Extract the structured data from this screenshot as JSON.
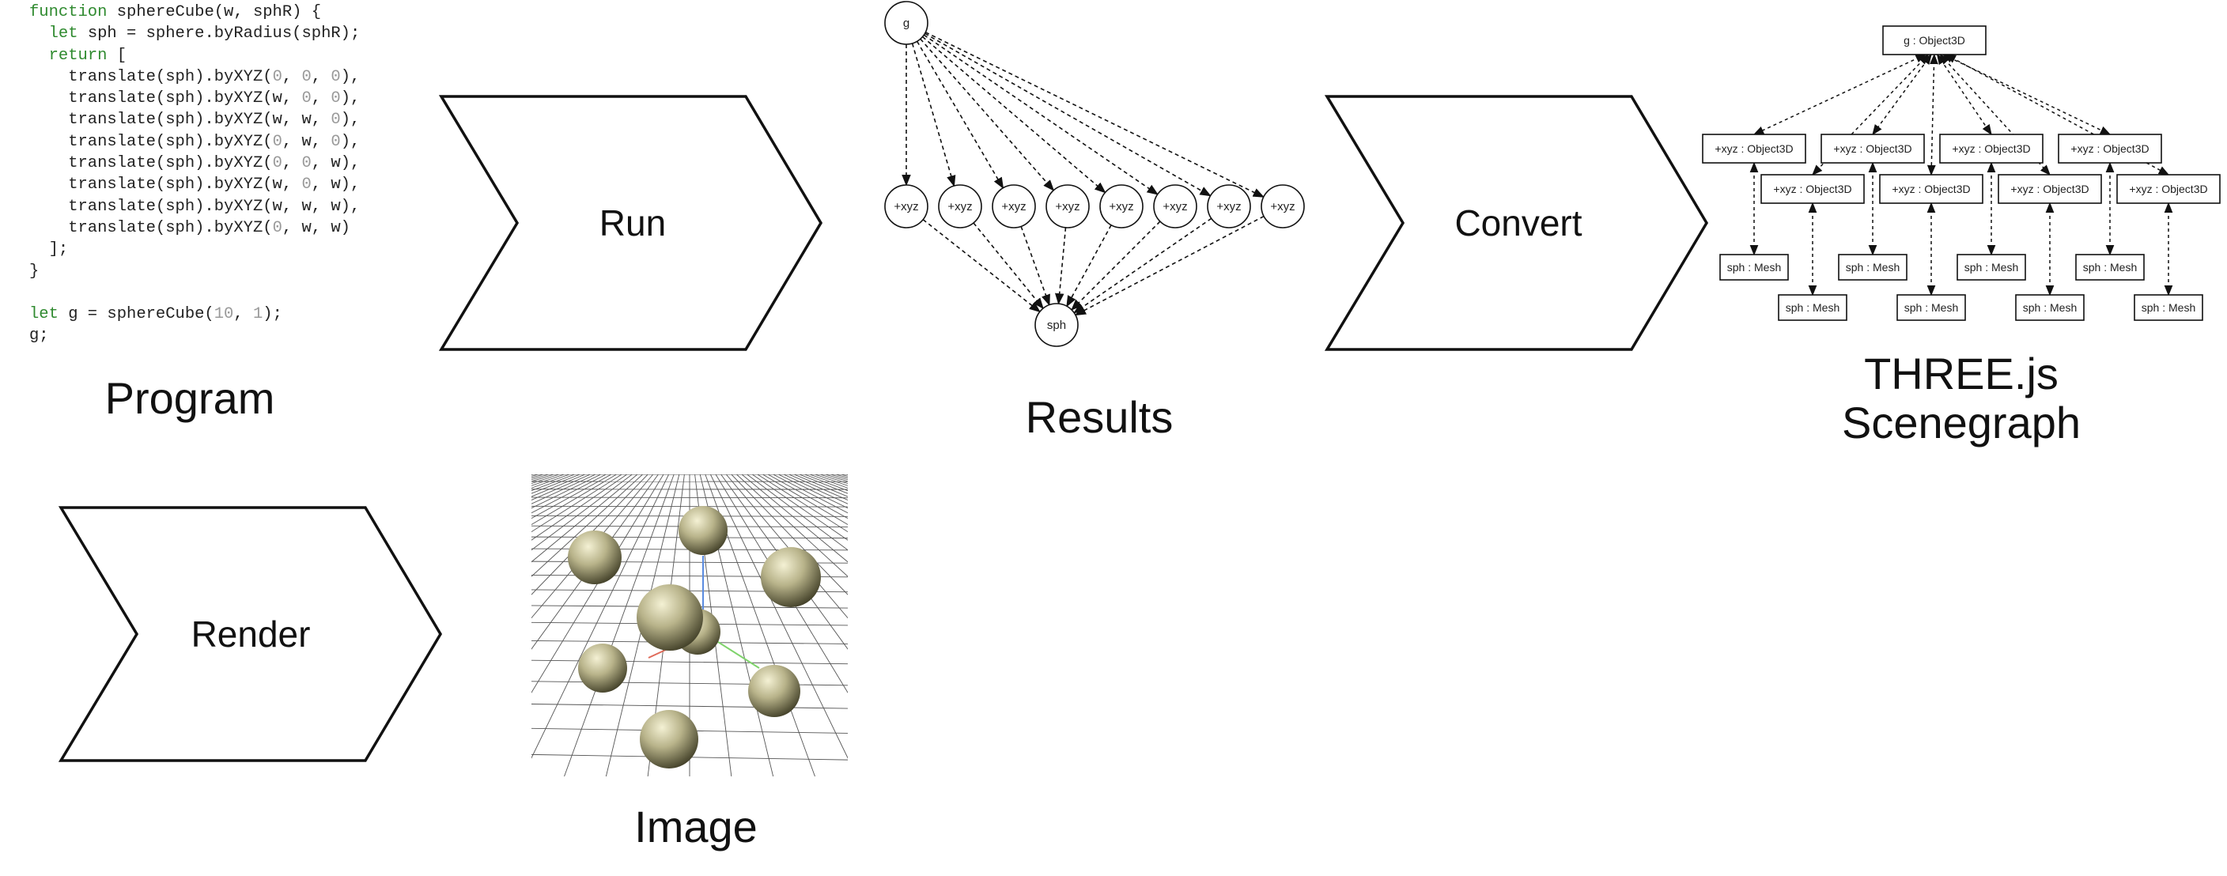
{
  "program": {
    "label": "Program",
    "code_lines": [
      [
        {
          "t": "function",
          "c": "kw"
        },
        {
          "t": " sphereCube(w, sphR) {"
        }
      ],
      [
        {
          "t": "  "
        },
        {
          "t": "let",
          "c": "kw"
        },
        {
          "t": " sph = sphere.byRadius(sphR);"
        }
      ],
      [
        {
          "t": "  "
        },
        {
          "t": "return",
          "c": "kw"
        },
        {
          "t": " ["
        }
      ],
      [
        {
          "t": "    translate(sph).byXYZ("
        },
        {
          "t": "0",
          "c": "num"
        },
        {
          "t": ", "
        },
        {
          "t": "0",
          "c": "num"
        },
        {
          "t": ", "
        },
        {
          "t": "0",
          "c": "num"
        },
        {
          "t": "),"
        }
      ],
      [
        {
          "t": "    translate(sph).byXYZ(w, "
        },
        {
          "t": "0",
          "c": "num"
        },
        {
          "t": ", "
        },
        {
          "t": "0",
          "c": "num"
        },
        {
          "t": "),"
        }
      ],
      [
        {
          "t": "    translate(sph).byXYZ(w, w, "
        },
        {
          "t": "0",
          "c": "num"
        },
        {
          "t": "),"
        }
      ],
      [
        {
          "t": "    translate(sph).byXYZ("
        },
        {
          "t": "0",
          "c": "num"
        },
        {
          "t": ", w, "
        },
        {
          "t": "0",
          "c": "num"
        },
        {
          "t": "),"
        }
      ],
      [
        {
          "t": "    translate(sph).byXYZ("
        },
        {
          "t": "0",
          "c": "num"
        },
        {
          "t": ", "
        },
        {
          "t": "0",
          "c": "num"
        },
        {
          "t": ", w),"
        }
      ],
      [
        {
          "t": "    translate(sph).byXYZ(w, "
        },
        {
          "t": "0",
          "c": "num"
        },
        {
          "t": ", w),"
        }
      ],
      [
        {
          "t": "    translate(sph).byXYZ(w, w, w),"
        }
      ],
      [
        {
          "t": "    translate(sph).byXYZ("
        },
        {
          "t": "0",
          "c": "num"
        },
        {
          "t": ", w, w)"
        }
      ],
      [
        {
          "t": "  ];"
        }
      ],
      [
        {
          "t": "}"
        }
      ],
      [
        {
          "t": ""
        }
      ],
      [
        {
          "t": "let",
          "c": "kw"
        },
        {
          "t": " g = sphereCube("
        },
        {
          "t": "10",
          "c": "num"
        },
        {
          "t": ", "
        },
        {
          "t": "1",
          "c": "num"
        },
        {
          "t": ");"
        }
      ],
      [
        {
          "t": "g;"
        }
      ]
    ]
  },
  "steps": {
    "run": "Run",
    "convert": "Convert",
    "render": "Render"
  },
  "results": {
    "label": "Results",
    "root": "g",
    "middle": [
      "+xyz",
      "+xyz",
      "+xyz",
      "+xyz",
      "+xyz",
      "+xyz",
      "+xyz",
      "+xyz"
    ],
    "leaf": "sph"
  },
  "scenegraph": {
    "label_line1": "THREE.js",
    "label_line2": "Scenegraph",
    "root": "g : Object3D",
    "groups": [
      "+xyz : Object3D",
      "+xyz : Object3D",
      "+xyz : Object3D",
      "+xyz : Object3D",
      "+xyz : Object3D",
      "+xyz : Object3D",
      "+xyz : Object3D",
      "+xyz : Object3D"
    ],
    "meshes": [
      "sph : Mesh",
      "sph : Mesh",
      "sph : Mesh",
      "sph : Mesh",
      "sph : Mesh",
      "sph : Mesh",
      "sph : Mesh",
      "sph : Mesh"
    ]
  },
  "image": {
    "label": "Image",
    "colors": {
      "sphere_light": "#f4f1d4",
      "sphere_mid": "#b8b38a",
      "sphere_dark": "#3e3c25",
      "grid": "#555555"
    }
  }
}
